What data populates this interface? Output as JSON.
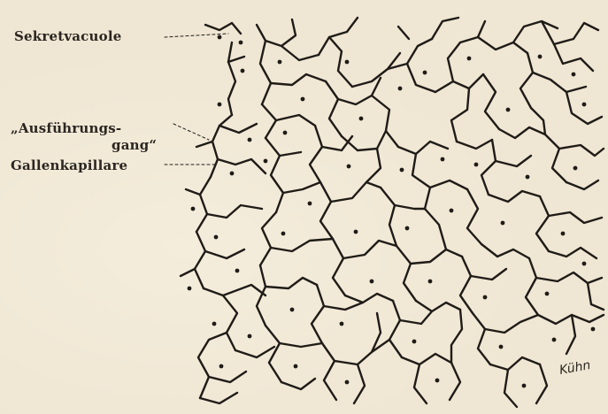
{
  "figure": {
    "labels": {
      "secretory_vacuole": "Sekretvacuole",
      "duct_line1": "„Ausführungs-",
      "duct_line2": "gang“",
      "bile_capillary": "Gallenkapillare"
    },
    "signature": "Kühn",
    "colors": {
      "background": "#efe6d3",
      "ink": "#1f1b17"
    }
  }
}
